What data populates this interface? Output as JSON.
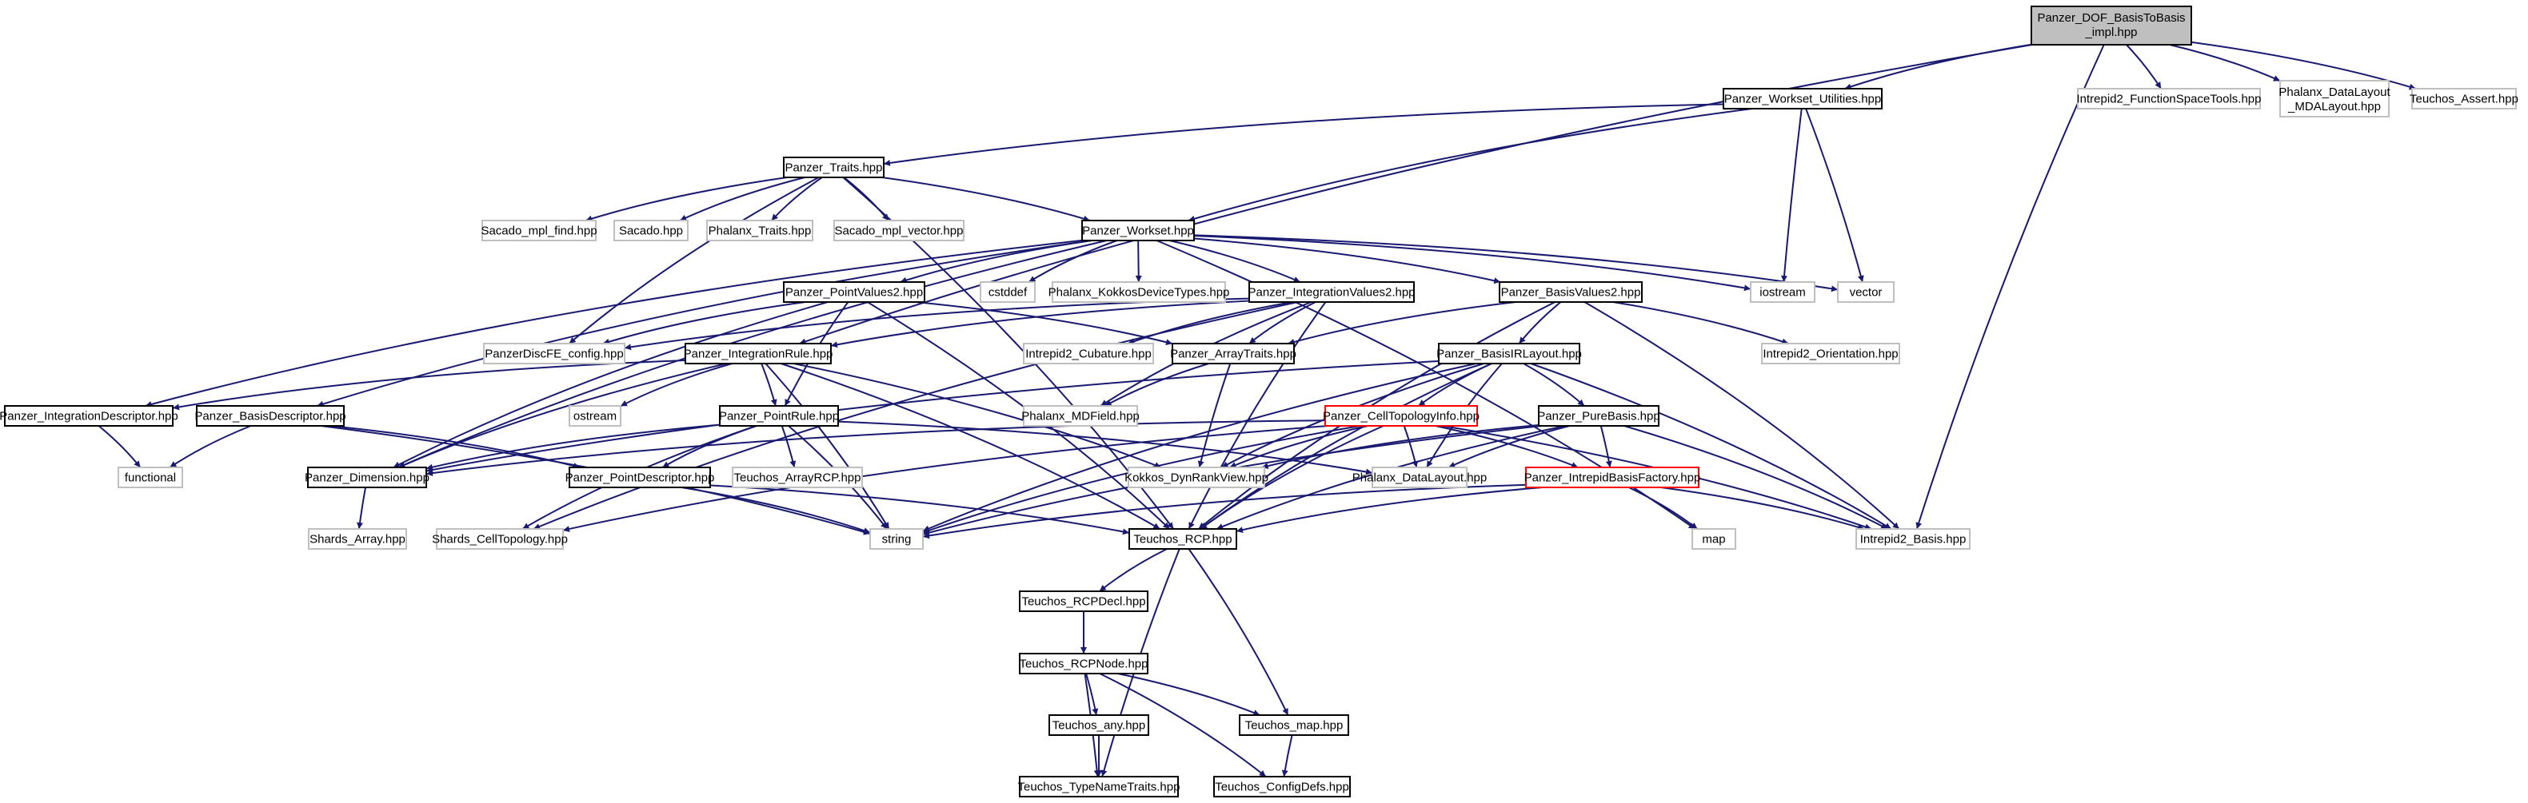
{
  "colors": {
    "edge": "#191970",
    "box_local": "#000000",
    "box_system": "#bfbfbf",
    "box_root": "#000000",
    "box_truncated": "#ff0000",
    "fill_root": "#bfbfbf",
    "fill_default": "#ffffff"
  },
  "graph": {
    "nodes": [
      {
        "id": "n_root",
        "label": "Panzer_DOF_BasisToBasis",
        "label2": "_impl.hpp",
        "kind": "root"
      },
      {
        "id": "n_wu",
        "label": "Panzer_Workset_Utilities.hpp",
        "kind": "local"
      },
      {
        "id": "n_fst",
        "label": "Intrepid2_FunctionSpaceTools.hpp",
        "kind": "system"
      },
      {
        "id": "n_mdl",
        "label": "Phalanx_DataLayout",
        "label2": "_MDALayout.hpp",
        "kind": "system"
      },
      {
        "id": "n_ta",
        "label": "Teuchos_Assert.hpp",
        "kind": "system"
      },
      {
        "id": "n_traits",
        "label": "Panzer_Traits.hpp",
        "kind": "local"
      },
      {
        "id": "n_smf",
        "label": "Sacado_mpl_find.hpp",
        "kind": "system"
      },
      {
        "id": "n_sac",
        "label": "Sacado.hpp",
        "kind": "system"
      },
      {
        "id": "n_pht",
        "label": "Phalanx_Traits.hpp",
        "kind": "system"
      },
      {
        "id": "n_smv",
        "label": "Sacado_mpl_vector.hpp",
        "kind": "system"
      },
      {
        "id": "n_ws",
        "label": "Panzer_Workset.hpp",
        "kind": "local"
      },
      {
        "id": "n_pv2",
        "label": "Panzer_PointValues2.hpp",
        "kind": "local"
      },
      {
        "id": "n_cst",
        "label": "cstddef",
        "kind": "system"
      },
      {
        "id": "n_pkdt",
        "label": "Phalanx_KokkosDeviceTypes.hpp",
        "kind": "system"
      },
      {
        "id": "n_iv2",
        "label": "Panzer_IntegrationValues2.hpp",
        "kind": "local"
      },
      {
        "id": "n_bv2",
        "label": "Panzer_BasisValues2.hpp",
        "kind": "local"
      },
      {
        "id": "n_ios",
        "label": "iostream",
        "kind": "system"
      },
      {
        "id": "n_vec",
        "label": "vector",
        "kind": "system"
      },
      {
        "id": "n_pdfe",
        "label": "PanzerDiscFE_config.hpp",
        "kind": "system"
      },
      {
        "id": "n_ir",
        "label": "Panzer_IntegrationRule.hpp",
        "kind": "local"
      },
      {
        "id": "n_icub",
        "label": "Intrepid2_Cubature.hpp",
        "kind": "system"
      },
      {
        "id": "n_at",
        "label": "Panzer_ArrayTraits.hpp",
        "kind": "local"
      },
      {
        "id": "n_birl",
        "label": "Panzer_BasisIRLayout.hpp",
        "kind": "local"
      },
      {
        "id": "n_ior",
        "label": "Intrepid2_Orientation.hpp",
        "kind": "system"
      },
      {
        "id": "n_id",
        "label": "Panzer_IntegrationDescriptor.hpp",
        "kind": "local"
      },
      {
        "id": "n_bd",
        "label": "Panzer_BasisDescriptor.hpp",
        "kind": "local"
      },
      {
        "id": "n_ost",
        "label": "ostream",
        "kind": "system"
      },
      {
        "id": "n_pr",
        "label": "Panzer_PointRule.hpp",
        "kind": "local"
      },
      {
        "id": "n_pmdf",
        "label": "Phalanx_MDField.hpp",
        "kind": "system"
      },
      {
        "id": "n_cti",
        "label": "Panzer_CellTopologyInfo.hpp",
        "kind": "truncated"
      },
      {
        "id": "n_pb",
        "label": "Panzer_PureBasis.hpp",
        "kind": "local"
      },
      {
        "id": "n_fun",
        "label": "functional",
        "kind": "system"
      },
      {
        "id": "n_dim",
        "label": "Panzer_Dimension.hpp",
        "kind": "local"
      },
      {
        "id": "n_pd",
        "label": "Panzer_PointDescriptor.hpp",
        "kind": "local"
      },
      {
        "id": "n_tarcp",
        "label": "Teuchos_ArrayRCP.hpp",
        "kind": "system"
      },
      {
        "id": "n_kdrv",
        "label": "Kokkos_DynRankView.hpp",
        "kind": "system"
      },
      {
        "id": "n_pdl",
        "label": "Phalanx_DataLayout.hpp",
        "kind": "system"
      },
      {
        "id": "n_ibf",
        "label": "Panzer_IntrepidBasisFactory.hpp",
        "kind": "truncated"
      },
      {
        "id": "n_sa",
        "label": "Shards_Array.hpp",
        "kind": "system"
      },
      {
        "id": "n_sct",
        "label": "Shards_CellTopology.hpp",
        "kind": "system"
      },
      {
        "id": "n_str",
        "label": "string",
        "kind": "system"
      },
      {
        "id": "n_rcp",
        "label": "Teuchos_RCP.hpp",
        "kind": "local"
      },
      {
        "id": "n_map",
        "label": "map",
        "kind": "system"
      },
      {
        "id": "n_ib",
        "label": "Intrepid2_Basis.hpp",
        "kind": "system"
      },
      {
        "id": "n_rcpd",
        "label": "Teuchos_RCPDecl.hpp",
        "kind": "local"
      },
      {
        "id": "n_rcpn",
        "label": "Teuchos_RCPNode.hpp",
        "kind": "local"
      },
      {
        "id": "n_any",
        "label": "Teuchos_any.hpp",
        "kind": "local"
      },
      {
        "id": "n_tmap",
        "label": "Teuchos_map.hpp",
        "kind": "local"
      },
      {
        "id": "n_tnt",
        "label": "Teuchos_TypeNameTraits.hpp",
        "kind": "local"
      },
      {
        "id": "n_cd",
        "label": "Teuchos_ConfigDefs.hpp",
        "kind": "local"
      }
    ],
    "edges": [
      [
        "n_root",
        "n_wu"
      ],
      [
        "n_root",
        "n_fst"
      ],
      [
        "n_root",
        "n_mdl"
      ],
      [
        "n_root",
        "n_ta"
      ],
      [
        "n_root",
        "n_ir"
      ],
      [
        "n_root",
        "n_ib"
      ],
      [
        "n_wu",
        "n_traits"
      ],
      [
        "n_wu",
        "n_ws"
      ],
      [
        "n_wu",
        "n_ios"
      ],
      [
        "n_wu",
        "n_vec"
      ],
      [
        "n_traits",
        "n_smf"
      ],
      [
        "n_traits",
        "n_sac"
      ],
      [
        "n_traits",
        "n_pht"
      ],
      [
        "n_traits",
        "n_smv"
      ],
      [
        "n_traits",
        "n_ws"
      ],
      [
        "n_traits",
        "n_pdfe"
      ],
      [
        "n_traits",
        "n_rcp"
      ],
      [
        "n_ws",
        "n_pv2"
      ],
      [
        "n_ws",
        "n_cst"
      ],
      [
        "n_ws",
        "n_pkdt"
      ],
      [
        "n_ws",
        "n_iv2"
      ],
      [
        "n_ws",
        "n_bv2"
      ],
      [
        "n_ws",
        "n_ios"
      ],
      [
        "n_ws",
        "n_vec"
      ],
      [
        "n_ws",
        "n_id"
      ],
      [
        "n_ws",
        "n_bd"
      ],
      [
        "n_ws",
        "n_dim"
      ],
      [
        "n_ws",
        "n_map"
      ],
      [
        "n_pv2",
        "n_pdfe"
      ],
      [
        "n_pv2",
        "n_at"
      ],
      [
        "n_pv2",
        "n_pr"
      ],
      [
        "n_pv2",
        "n_dim"
      ],
      [
        "n_pv2",
        "n_rcp"
      ],
      [
        "n_iv2",
        "n_pdfe"
      ],
      [
        "n_iv2",
        "n_ir"
      ],
      [
        "n_iv2",
        "n_icub"
      ],
      [
        "n_iv2",
        "n_at"
      ],
      [
        "n_iv2",
        "n_pmdf"
      ],
      [
        "n_iv2",
        "n_rcp"
      ],
      [
        "n_iv2",
        "n_sct"
      ],
      [
        "n_bv2",
        "n_at"
      ],
      [
        "n_bv2",
        "n_birl"
      ],
      [
        "n_bv2",
        "n_ior"
      ],
      [
        "n_bv2",
        "n_rcp"
      ],
      [
        "n_bv2",
        "n_ib"
      ],
      [
        "n_ir",
        "n_id"
      ],
      [
        "n_ir",
        "n_ost"
      ],
      [
        "n_ir",
        "n_pr"
      ],
      [
        "n_ir",
        "n_kdrv"
      ],
      [
        "n_ir",
        "n_dim"
      ],
      [
        "n_ir",
        "n_rcp"
      ],
      [
        "n_ir",
        "n_str"
      ],
      [
        "n_at",
        "n_pmdf"
      ],
      [
        "n_at",
        "n_kdrv"
      ],
      [
        "n_birl",
        "n_cti"
      ],
      [
        "n_birl",
        "n_pb"
      ],
      [
        "n_birl",
        "n_kdrv"
      ],
      [
        "n_birl",
        "n_pdl"
      ],
      [
        "n_birl",
        "n_rcp"
      ],
      [
        "n_birl",
        "n_str"
      ],
      [
        "n_birl",
        "n_dim"
      ],
      [
        "n_birl",
        "n_ib"
      ],
      [
        "n_id",
        "n_fun"
      ],
      [
        "n_bd",
        "n_fun"
      ],
      [
        "n_bd",
        "n_pd"
      ],
      [
        "n_bd",
        "n_str"
      ],
      [
        "n_pr",
        "n_tarcp"
      ],
      [
        "n_pr",
        "n_pdl"
      ],
      [
        "n_pr",
        "n_pd"
      ],
      [
        "n_pr",
        "n_dim"
      ],
      [
        "n_pr",
        "n_sct"
      ],
      [
        "n_pr",
        "n_str"
      ],
      [
        "n_cti",
        "n_kdrv"
      ],
      [
        "n_cti",
        "n_pdl"
      ],
      [
        "n_cti",
        "n_ibf"
      ],
      [
        "n_cti",
        "n_dim"
      ],
      [
        "n_cti",
        "n_sct"
      ],
      [
        "n_cti",
        "n_str"
      ],
      [
        "n_cti",
        "n_rcp"
      ],
      [
        "n_cti",
        "n_ib"
      ],
      [
        "n_pb",
        "n_ibf"
      ],
      [
        "n_pb",
        "n_kdrv"
      ],
      [
        "n_pb",
        "n_pdl"
      ],
      [
        "n_pb",
        "n_str"
      ],
      [
        "n_pb",
        "n_rcp"
      ],
      [
        "n_pb",
        "n_ib"
      ],
      [
        "n_ibf",
        "n_map"
      ],
      [
        "n_ibf",
        "n_ib"
      ],
      [
        "n_ibf",
        "n_str"
      ],
      [
        "n_ibf",
        "n_rcp"
      ],
      [
        "n_dim",
        "n_sa"
      ],
      [
        "n_pd",
        "n_str"
      ],
      [
        "n_pd",
        "n_rcp"
      ],
      [
        "n_rcp",
        "n_rcpd"
      ],
      [
        "n_rcp",
        "n_tmap"
      ],
      [
        "n_rcp",
        "n_tnt"
      ],
      [
        "n_rcpd",
        "n_rcpn"
      ],
      [
        "n_rcpn",
        "n_any"
      ],
      [
        "n_rcpn",
        "n_tmap"
      ],
      [
        "n_rcpn",
        "n_tnt"
      ],
      [
        "n_rcpn",
        "n_cd"
      ],
      [
        "n_any",
        "n_tnt"
      ],
      [
        "n_tmap",
        "n_cd"
      ]
    ]
  }
}
